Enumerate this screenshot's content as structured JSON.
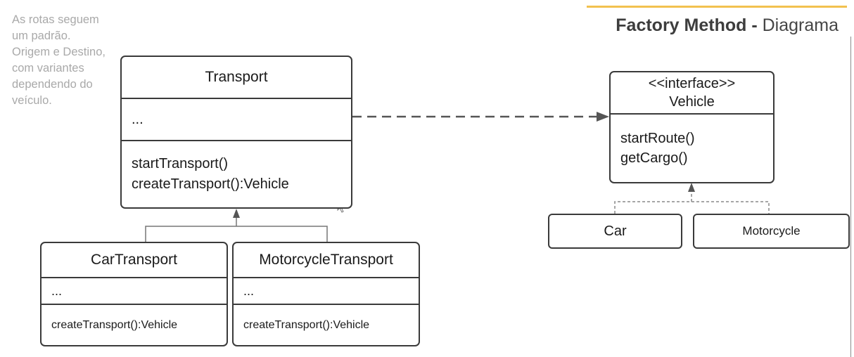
{
  "note": "As rotas seguem um padrão. Origem e Destino, com variantes dependendo do veículo.",
  "title": {
    "bold": "Factory Method -",
    "regular": "Diagrama"
  },
  "classes": {
    "transport": {
      "name": "Transport",
      "fields": "...",
      "methods": [
        "startTransport()",
        "createTransport():Vehicle"
      ]
    },
    "car_transport": {
      "name": "CarTransport",
      "fields": "...",
      "methods": [
        "createTransport():Vehicle"
      ]
    },
    "motorcycle_transport": {
      "name": "MotorcycleTransport",
      "fields": "...",
      "methods": [
        "createTransport():Vehicle"
      ]
    },
    "vehicle": {
      "stereotype": "<<interface>>",
      "name": "Vehicle",
      "methods": [
        "startRoute()",
        "getCargo()"
      ]
    },
    "car": {
      "name": "Car"
    },
    "motorcycle": {
      "name": "Motorcycle"
    }
  },
  "colors": {
    "accent": "#f2c14e",
    "note_text": "#a9a9a9",
    "border": "#3a3a3a",
    "connector": "#555555"
  }
}
